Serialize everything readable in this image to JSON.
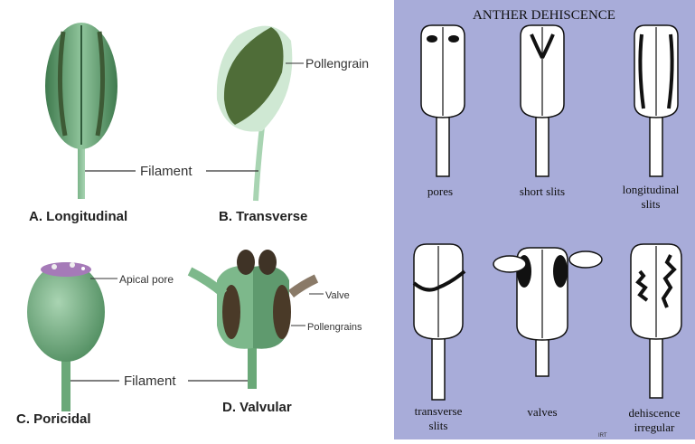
{
  "left_panel": {
    "labels": {
      "pollengrain": "Pollengrain",
      "filament_top": "Filament",
      "apical_pore": "Apical pore",
      "valve": "Valve",
      "pollengrains": "Pollengrains",
      "filament_bottom": "Filament"
    },
    "captions": {
      "a": "A. Longitudinal",
      "b": "B. Transverse",
      "c": "C. Poricidal",
      "d": "D. Valvular"
    }
  },
  "right_panel": {
    "title": "ANTHER DEHISCENCE",
    "items": [
      {
        "line1": "pores",
        "line2": ""
      },
      {
        "line1": "short slits",
        "line2": ""
      },
      {
        "line1": "longitudinal",
        "line2": "slits"
      },
      {
        "line1": "transverse",
        "line2": "slits"
      },
      {
        "line1": "valves",
        "line2": ""
      },
      {
        "line1": "dehiscence",
        "line2": "irregular"
      }
    ],
    "corner_mark": "IRT"
  },
  "colors": {
    "anther_green": "#5f9a6e",
    "pollen_dark": "#3d5a35",
    "panel_blue": "#a8acd9"
  }
}
